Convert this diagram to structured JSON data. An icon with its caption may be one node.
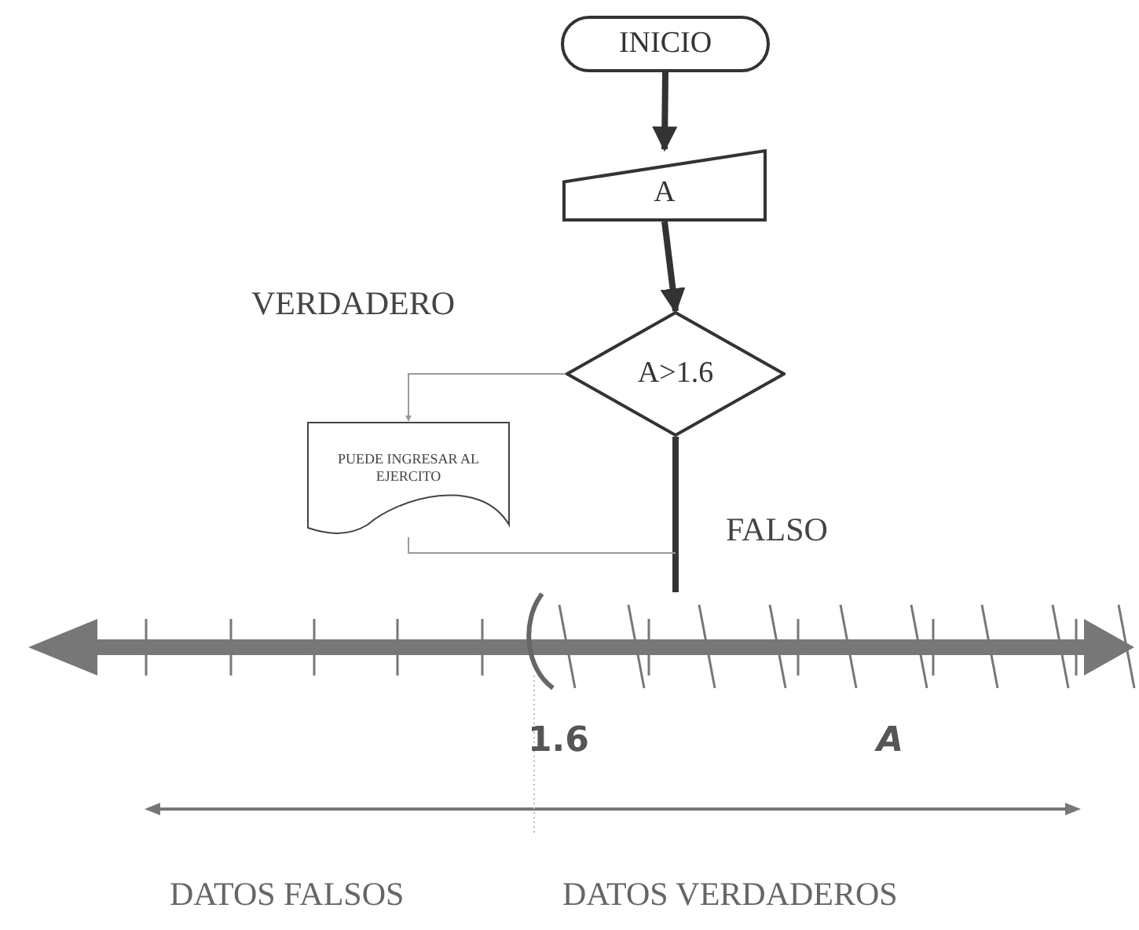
{
  "diagram": {
    "nodes": [
      {
        "text": [
          "INICIO"
        ]
      },
      {
        "text": [
          "A"
        ]
      },
      {
        "text": [
          "A>1.6"
        ]
      },
      {
        "text": [
          "PUEDE INGRESAR AL EJERCITO"
        ]
      }
    ],
    "edges": [
      {
        "from": 0,
        "to": 1,
        "arrow": "to"
      },
      {
        "from": 1,
        "to": 2,
        "arrow": "to"
      },
      {
        "from": 2,
        "to": 3,
        "arrow": "to",
        "label": "VERDADERO",
        "color": "#9a9a9a"
      },
      {
        "from": 2,
        "to": null,
        "arrow": "none",
        "label": "FALSO"
      },
      {
        "from": 3,
        "to": null,
        "arrow": "none",
        "color": "#9a9a9a"
      }
    ],
    "labels": [
      "1.6",
      "A",
      "DATOS FALSOS",
      "DATOS VERDADEROS"
    ]
  }
}
